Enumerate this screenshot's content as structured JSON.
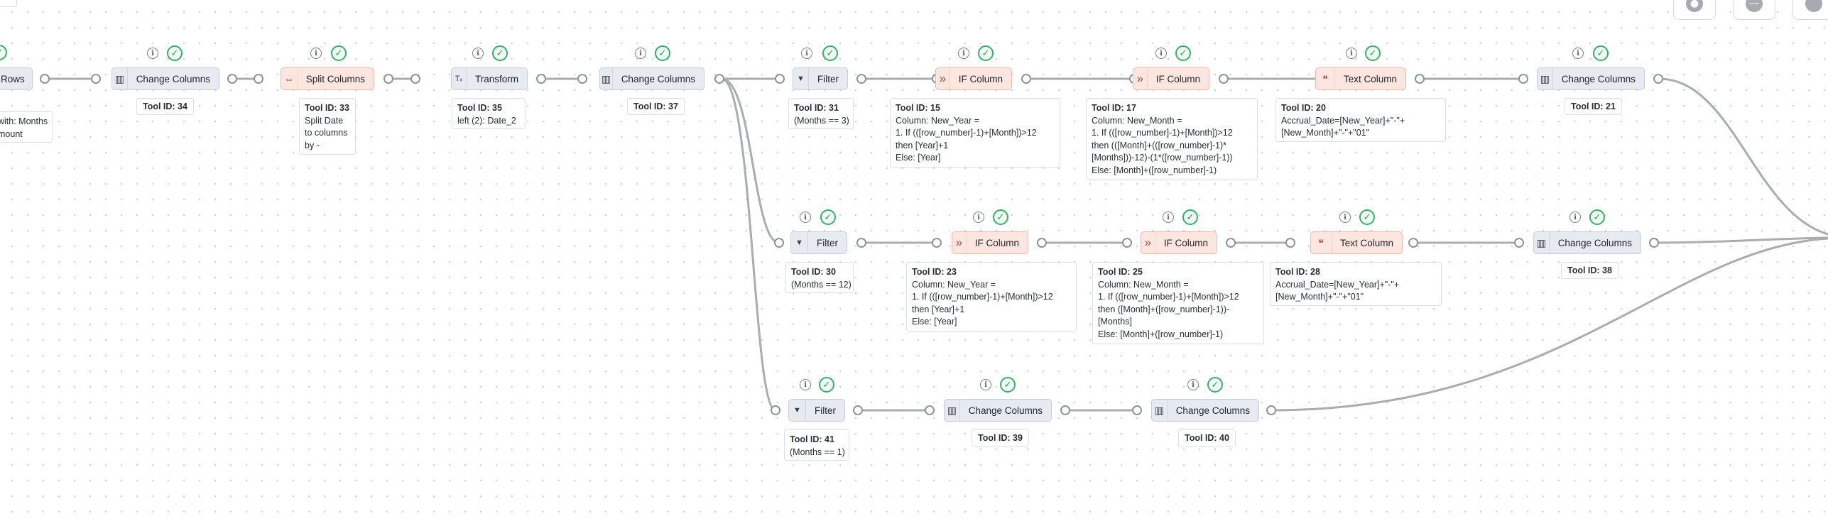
{
  "canvas": {
    "nodes": {
      "rows": {
        "label": "Rows"
      },
      "change34": {
        "label": "Change Columns",
        "tool_id": "Tool ID: 34"
      },
      "split33": {
        "label": "Split Columns",
        "tool_id": "Tool ID: 33",
        "desc": "Split Date\nto columns\nby -"
      },
      "transform35": {
        "label": "Transform",
        "tool_id": "Tool ID: 35",
        "desc": "left (2): Date_2"
      },
      "change37": {
        "label": "Change Columns",
        "tool_id": "Tool ID: 37"
      },
      "filter31": {
        "label": "Filter",
        "tool_id": "Tool ID: 31",
        "desc": "(Months == 3)"
      },
      "if15": {
        "label": "IF Column",
        "tool_id": "Tool ID: 15",
        "desc": "Column: New_Year =\n1. If (([row_number]-1)+[Month])>12\nthen [Year]+1\nElse: [Year]"
      },
      "if17": {
        "label": "IF Column",
        "tool_id": "Tool ID: 17",
        "desc": "Column: New_Month =\n1. If (([row_number]-1)+[Month])>12\nthen (([Month]+(([row_number]-1)*\n[Months]))-12)-(1*([row_number]-1))\nElse: [Month]+([row_number]-1)"
      },
      "text20": {
        "label": "Text Column",
        "tool_id": "Tool ID: 20",
        "desc": "Accrual_Date=[New_Year]+\"-\"+\n[New_Month]+\"-\"+\"01\""
      },
      "change21": {
        "label": "Change Columns",
        "tool_id": "Tool ID: 21"
      },
      "filter30": {
        "label": "Filter",
        "tool_id": "Tool ID: 30",
        "desc": "(Months == 12)"
      },
      "if23": {
        "label": "IF Column",
        "tool_id": "Tool ID: 23",
        "desc": "Column: New_Year =\n1. If (([row_number]-1)+[Month])>12\nthen [Year]+1\nElse: [Year]"
      },
      "if25": {
        "label": "IF Column",
        "tool_id": "Tool ID: 25",
        "desc": "Column: New_Month =\n1. If (([row_number]-1)+[Month])>12\nthen ([Month]+([row_number]-1))-\n[Months]\nElse: [Month]+([row_number]-1)"
      },
      "text28": {
        "label": "Text Column",
        "tool_id": "Tool ID: 28",
        "desc": "Accrual_Date=[New_Year]+\"-\"+\n[New_Month]+\"-\"+\"01\""
      },
      "change38": {
        "label": "Change Columns",
        "tool_id": "Tool ID: 38"
      },
      "filter41": {
        "label": "Filter",
        "tool_id": "Tool ID: 41",
        "desc": "(Months == 1)"
      },
      "change39": {
        "label": "Change Columns",
        "tool_id": "Tool ID: 39"
      },
      "change40": {
        "label": "Change Columns",
        "tool_id": "Tool ID: 40"
      }
    },
    "partial_note": "with: Months\nmount"
  },
  "icons": {
    "info": "i",
    "check": "✓",
    "columns": "▥",
    "split": "⇔",
    "transform": "Tₓ",
    "filter": "▼",
    "if": "»",
    "text": "❝",
    "ctrl_a": "●",
    "ctrl_b": "—"
  }
}
